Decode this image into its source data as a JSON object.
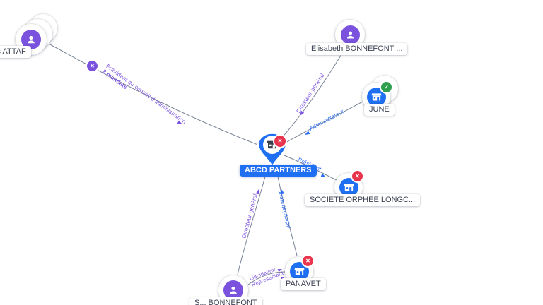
{
  "app": {
    "view": "company-relationship-graph"
  },
  "colors": {
    "person": "#7a52dd",
    "company": "#1f6ff2",
    "selected_pin": "#1f6ff2",
    "danger_badge": "#e8354d",
    "success_badge": "#2d9f4e",
    "edge": "#5f6c84",
    "edge_label_purple": "#7a52dd",
    "edge_label_blue": "#2a6df4",
    "pill_text": "#3d4254"
  },
  "icons": {
    "close_badge": "✕",
    "check_badge": "✓",
    "edge_collapse_badge": "✕"
  },
  "nodes": {
    "attaf": {
      "label": "les ATTAF",
      "type": "person"
    },
    "elisabeth": {
      "label": "Elisabeth BONNEFONT ...",
      "type": "person"
    },
    "june": {
      "label": "JUNE",
      "type": "company"
    },
    "abcd": {
      "label": "ABCD PARTNERS",
      "type": "company-selected"
    },
    "societe": {
      "label": "SOCIETE ORPHEE LONGC...",
      "type": "company"
    },
    "panavet": {
      "label": "PANAVET",
      "type": "company"
    },
    "sbonnefont": {
      "label": "S... BONNEFONT",
      "type": "person"
    }
  },
  "edges": {
    "attaf_abcd": {
      "label": "Président du conseil d'administration",
      "sublabel": "2 mandats"
    },
    "elisabeth_abcd": {
      "label": "Directeur général"
    },
    "june_abcd": {
      "label": "Administrateur"
    },
    "abcd_societe": {
      "label": "Président"
    },
    "abcd_panavet": {
      "label": "Administrateur"
    },
    "abcd_sbonnefont": {
      "label": "Directeur général"
    },
    "sbonnefont_panavet": {
      "label": "Liquidateur",
      "sublabel": "Représentant"
    }
  }
}
